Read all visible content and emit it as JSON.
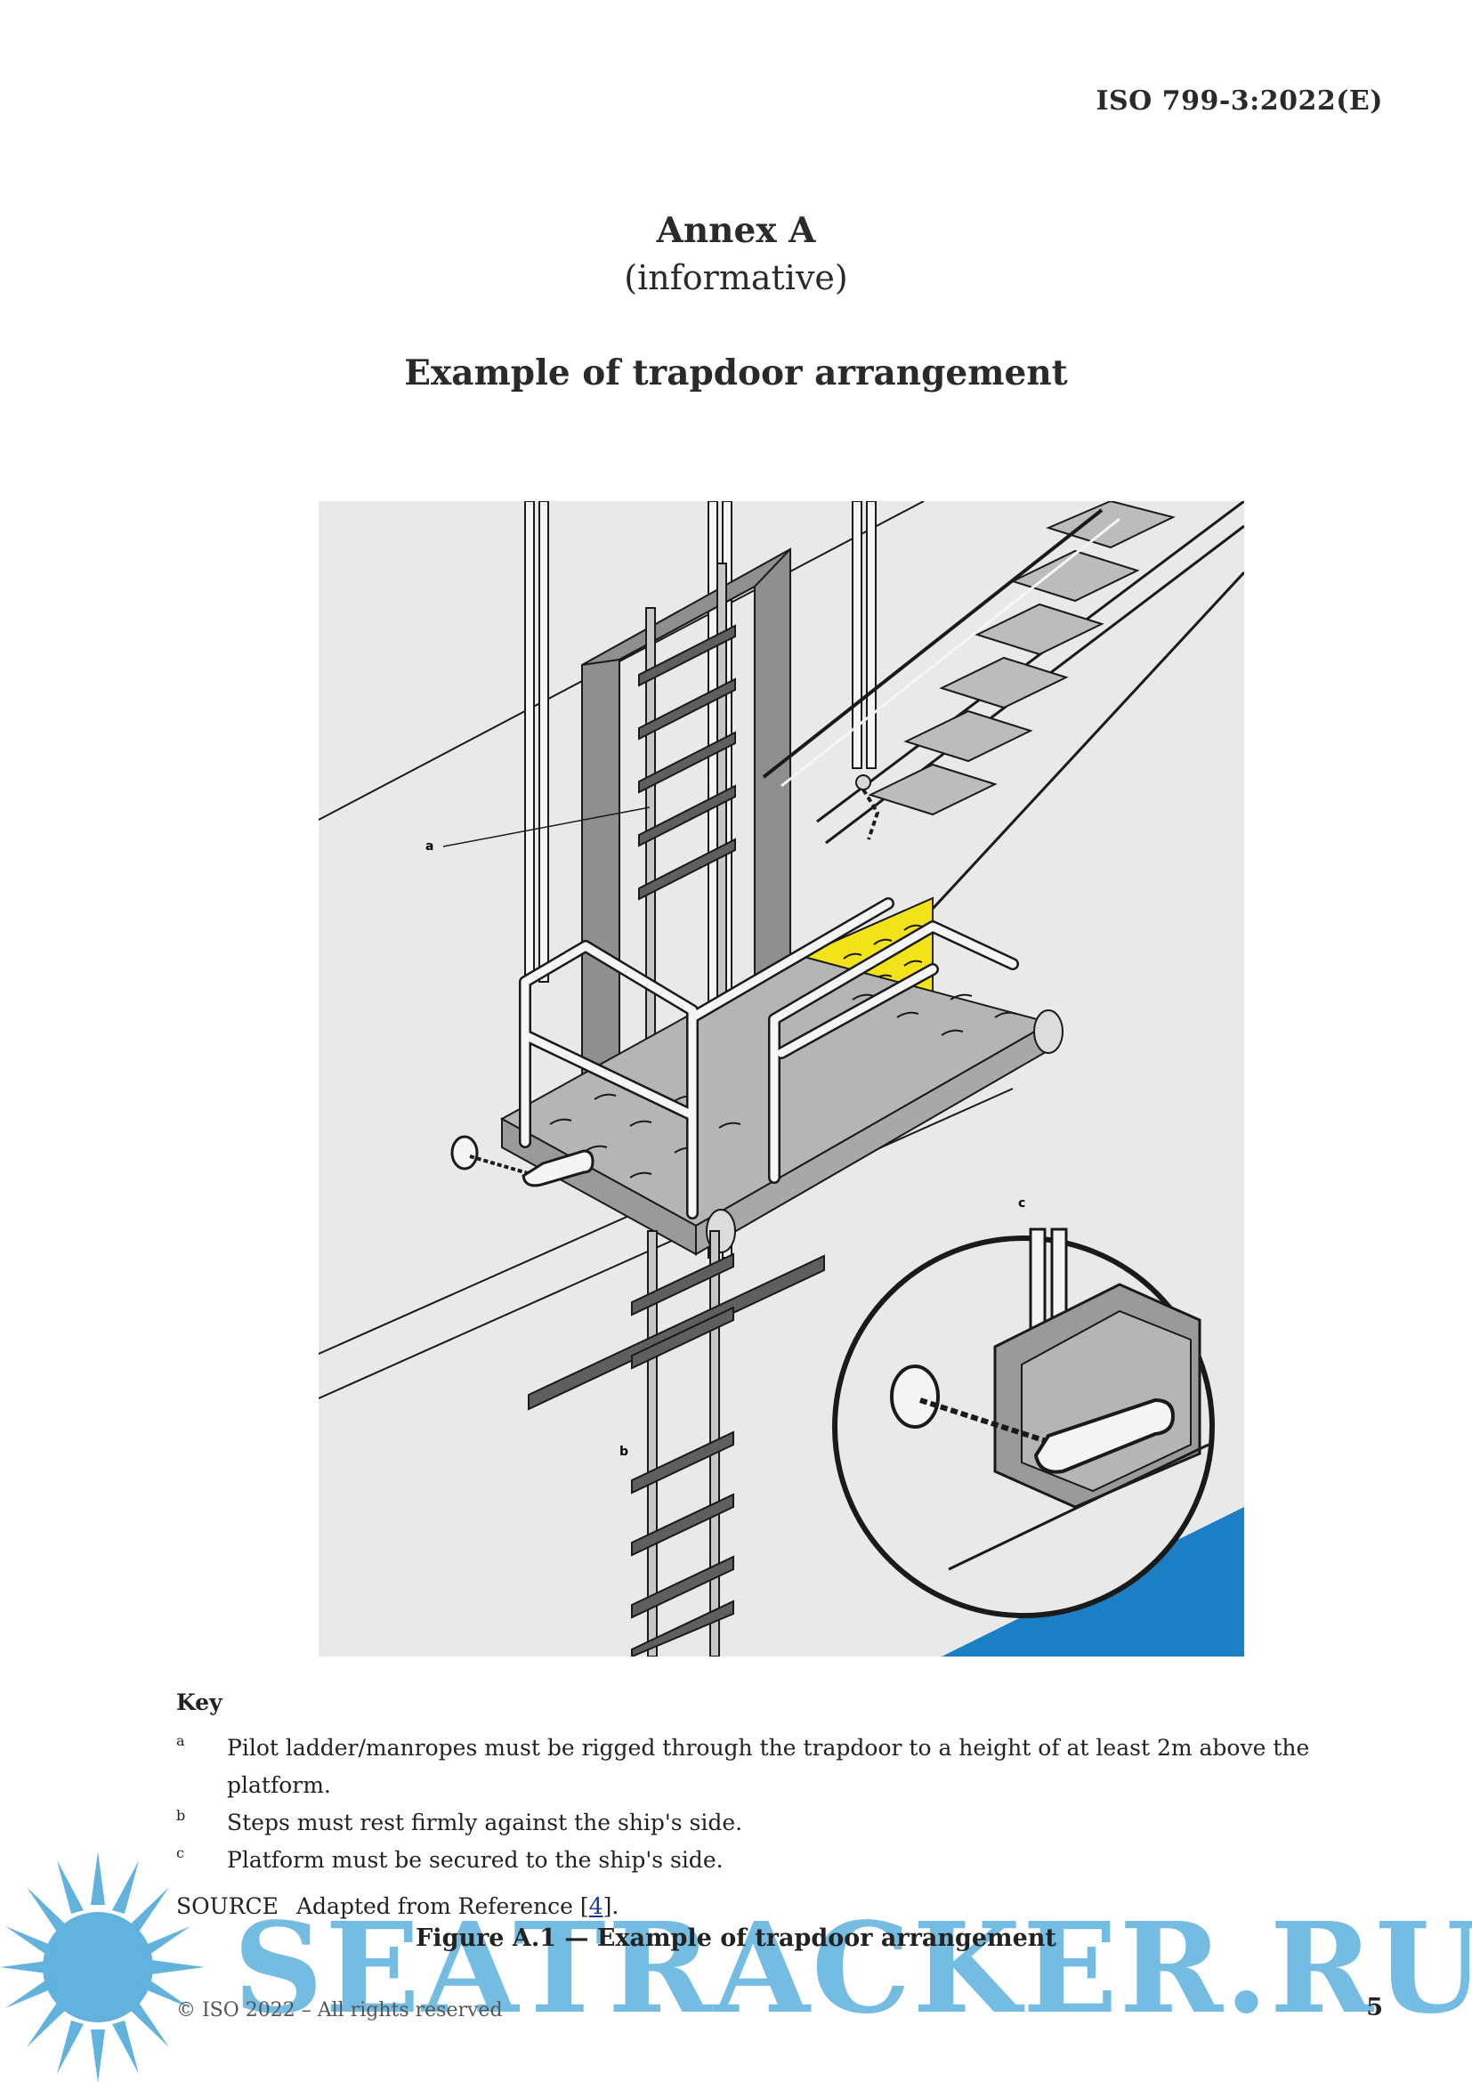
{
  "header": {
    "doc_id": "ISO 799-3:2022(E)"
  },
  "annex": {
    "title": "Annex A",
    "subtitle": "(informative)",
    "heading": "Example of trapdoor arrangement"
  },
  "figure": {
    "callouts": {
      "a": "a",
      "b": "b",
      "c": "c"
    },
    "colors": {
      "background": "#e9e9e9",
      "platform": "#b5b5b5",
      "yellow_panel": "#f2e21a",
      "water": "#1c7fc4",
      "line": "#1a1a1a"
    }
  },
  "key": {
    "title": "Key",
    "items": [
      {
        "letter": "a",
        "text": "Pilot ladder/manropes must be rigged through the trapdoor to a height of at least 2m above the platform."
      },
      {
        "letter": "b",
        "text": "Steps must rest firmly against the ship's side."
      },
      {
        "letter": "c",
        "text": "Platform must be secured to the ship's side."
      }
    ],
    "source_label": "SOURCE",
    "source_text_before": "Adapted from Reference [",
    "source_ref": "4",
    "source_text_after": "]."
  },
  "caption": "Figure A.1 — Example of trapdoor arrangement",
  "footer": {
    "copyright": "© ISO 2022 – All rights reserved",
    "page_number": "5"
  },
  "watermark": {
    "text": "SEATRACKER.RU",
    "color": "#46a5d7"
  }
}
